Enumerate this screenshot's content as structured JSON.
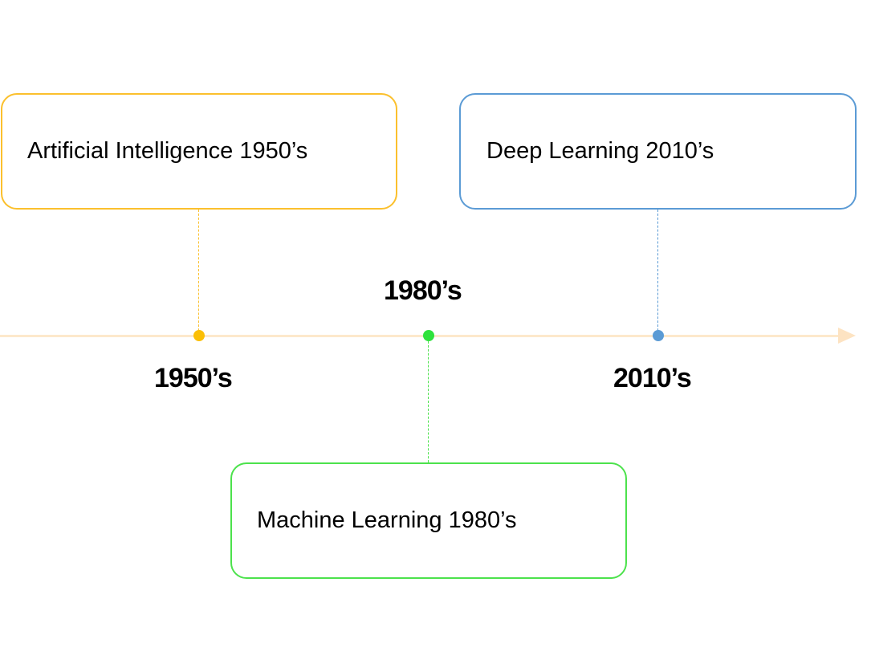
{
  "timeline": {
    "eras": [
      {
        "label": "1950's",
        "color": "#fbbf05"
      },
      {
        "label": "1980's",
        "color": "#2ee23c"
      },
      {
        "label": "2010's",
        "color": "#5b9bd5"
      }
    ],
    "boxes": [
      {
        "text": "Artificial Intelligence 1950’s",
        "color": "#fbc02d"
      },
      {
        "text": "Machine Learning 1980’s",
        "color": "#4ce24c"
      },
      {
        "text": "Deep Learning 2010’s",
        "color": "#5b9bd5"
      }
    ],
    "era_labels": [
      "1950’s",
      "1980’s",
      "2010’s"
    ],
    "axis_color": "#fde9cc"
  }
}
